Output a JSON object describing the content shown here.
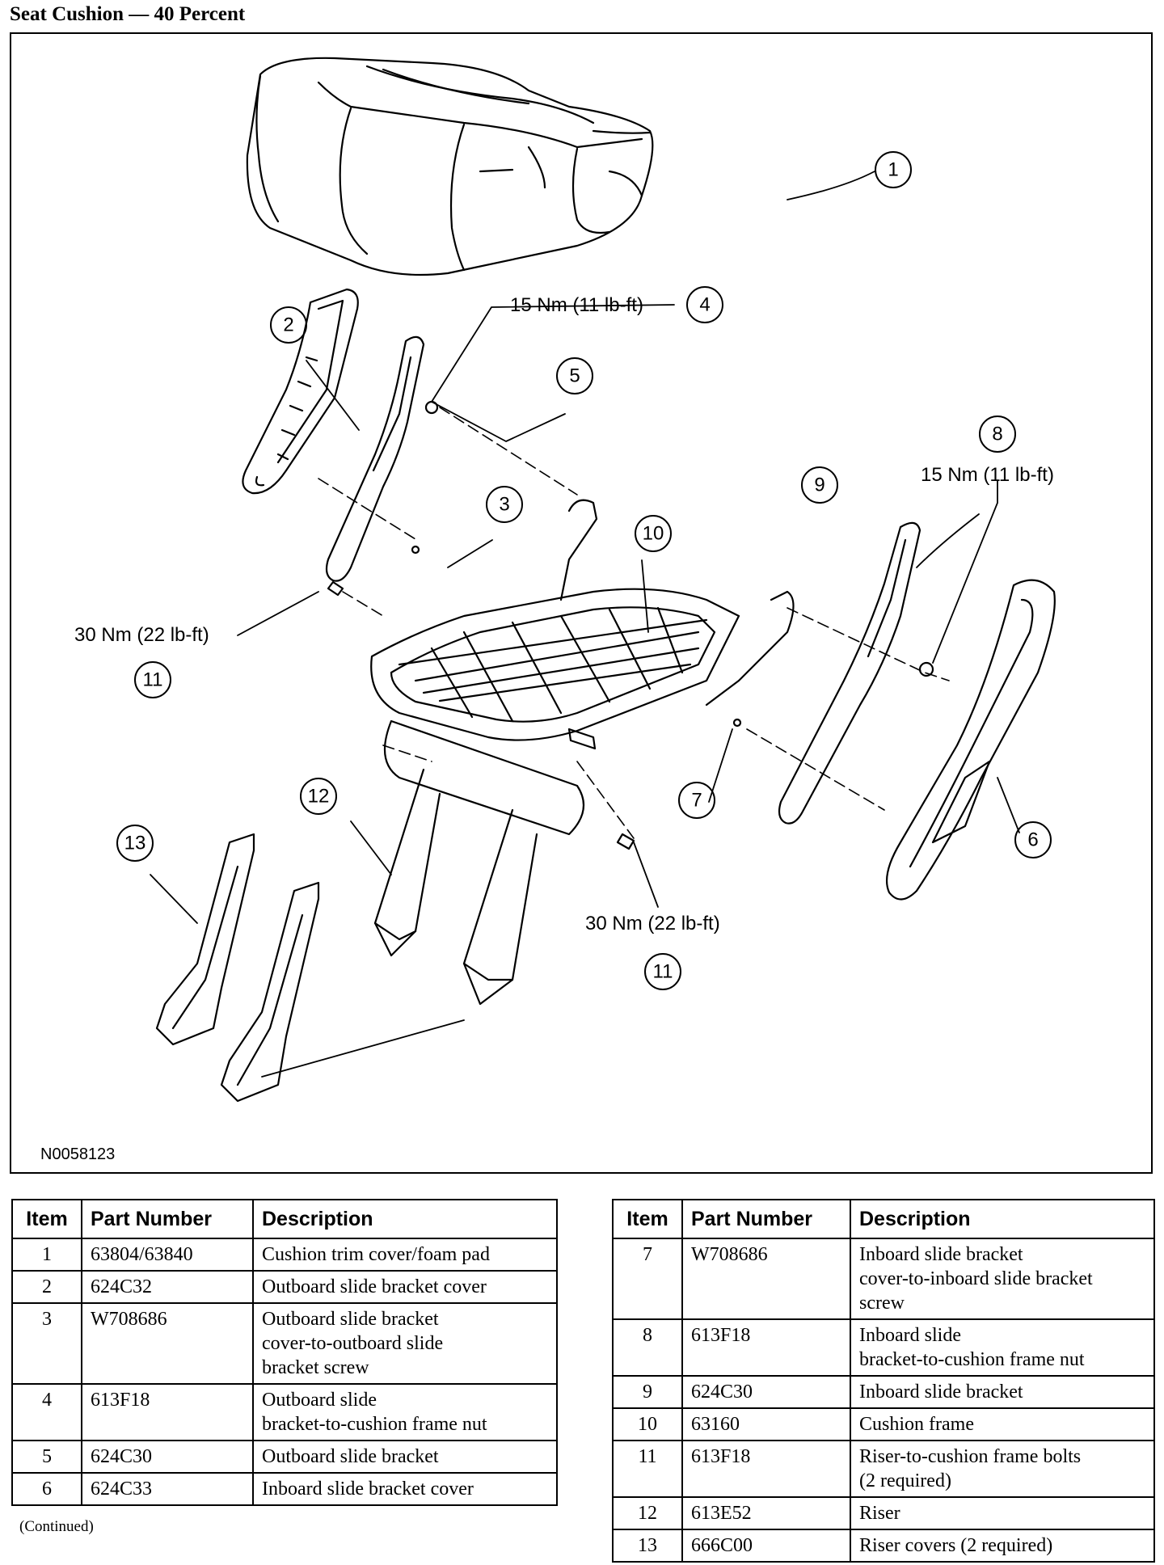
{
  "title": "Seat Cushion — 40 Percent",
  "figure_id": "N0058123",
  "callouts": {
    "torque_15": "15 Nm (11 lb-ft)",
    "torque_30": "30 Nm (22 lb-ft)"
  },
  "table_headers": {
    "item": "Item",
    "part_number": "Part Number",
    "description": "Description"
  },
  "parts_left": [
    {
      "item": "1",
      "part": "63804/63840",
      "desc": [
        "Cushion trim cover/foam pad"
      ]
    },
    {
      "item": "2",
      "part": "624C32",
      "desc": [
        "Outboard slide bracket cover"
      ]
    },
    {
      "item": "3",
      "part": "W708686",
      "desc": [
        "Outboard slide bracket",
        "cover-to-outboard slide",
        "bracket screw"
      ]
    },
    {
      "item": "4",
      "part": "613F18",
      "desc": [
        "Outboard slide",
        "bracket-to-cushion frame nut"
      ]
    },
    {
      "item": "5",
      "part": "624C30",
      "desc": [
        "Outboard slide bracket"
      ]
    },
    {
      "item": "6",
      "part": "624C33",
      "desc": [
        "Inboard slide bracket cover"
      ]
    }
  ],
  "parts_right": [
    {
      "item": "7",
      "part": "W708686",
      "desc": [
        "Inboard slide bracket",
        "cover-to-inboard slide bracket",
        "screw"
      ]
    },
    {
      "item": "8",
      "part": "613F18",
      "desc": [
        "Inboard slide",
        "bracket-to-cushion frame nut"
      ]
    },
    {
      "item": "9",
      "part": "624C30",
      "desc": [
        "Inboard slide bracket"
      ]
    },
    {
      "item": "10",
      "part": "63160",
      "desc": [
        "Cushion frame"
      ]
    },
    {
      "item": "11",
      "part": "613F18",
      "desc": [
        "Riser-to-cushion frame bolts",
        "(2 required)"
      ]
    },
    {
      "item": "12",
      "part": "613E52",
      "desc": [
        "Riser"
      ]
    },
    {
      "item": "13",
      "part": "666C00",
      "desc": [
        "Riser covers (2 required)"
      ]
    }
  ],
  "continued": "(Continued)"
}
